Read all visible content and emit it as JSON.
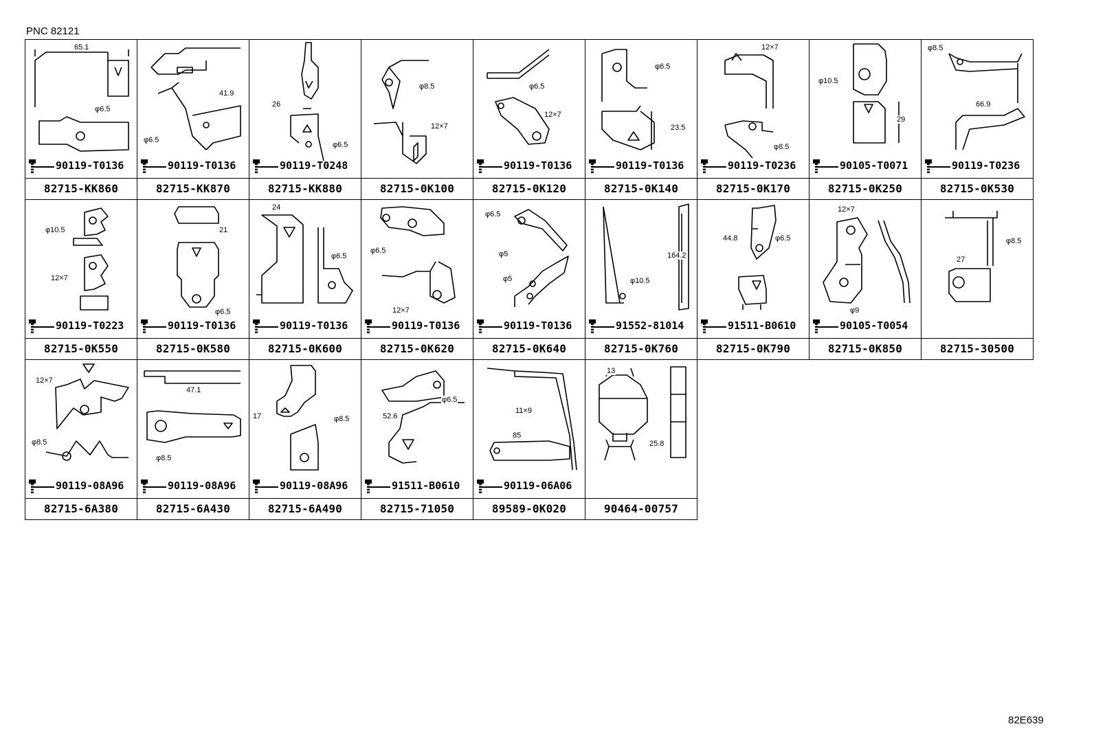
{
  "header": {
    "pnc": "PNC 82121"
  },
  "footer": {
    "code": "82E639"
  },
  "cells": [
    {
      "part": "82715-KK860",
      "bolt": "90119-T0136",
      "dims": [
        "65.1",
        "φ6.5"
      ]
    },
    {
      "part": "82715-KK870",
      "bolt": "90119-T0136",
      "dims": [
        "41.9",
        "φ6.5"
      ]
    },
    {
      "part": "82715-KK880",
      "bolt": "90119-T0248",
      "dims": [
        "26",
        "φ6.5"
      ]
    },
    {
      "part": "82715-0K100",
      "bolt": "",
      "dims": [
        "φ8.5",
        "12×7"
      ]
    },
    {
      "part": "82715-0K120",
      "bolt": "90119-T0136",
      "dims": [
        "φ6.5",
        "12×7"
      ]
    },
    {
      "part": "82715-0K140",
      "bolt": "90119-T0136",
      "dims": [
        "φ6.5",
        "23.5"
      ]
    },
    {
      "part": "82715-0K170",
      "bolt": "90119-T0236",
      "dims": [
        "12×7",
        "φ8.5"
      ]
    },
    {
      "part": "82715-0K250",
      "bolt": "90105-T0071",
      "dims": [
        "φ10.5",
        "29"
      ]
    },
    {
      "part": "82715-0K530",
      "bolt": "90119-T0236",
      "dims": [
        "φ8.5",
        "66.9"
      ]
    },
    {
      "part": "82715-0K550",
      "bolt": "90119-T0223",
      "dims": [
        "φ10.5",
        "12×7"
      ]
    },
    {
      "part": "82715-0K580",
      "bolt": "90119-T0136",
      "dims": [
        "21",
        "φ6.5"
      ]
    },
    {
      "part": "82715-0K600",
      "bolt": "90119-T0136",
      "dims": [
        "24",
        "φ6.5"
      ]
    },
    {
      "part": "82715-0K620",
      "bolt": "90119-T0136",
      "dims": [
        "φ6.5",
        "12×7"
      ]
    },
    {
      "part": "82715-0K640",
      "bolt": "90119-T0136",
      "dims": [
        "φ6.5",
        "φ5",
        "φ5"
      ]
    },
    {
      "part": "82715-0K760",
      "bolt": "91552-81014",
      "dims": [
        "164.2",
        "φ10.5"
      ]
    },
    {
      "part": "82715-0K790",
      "bolt": "91511-B0610",
      "dims": [
        "44.8",
        "φ6.5"
      ]
    },
    {
      "part": "82715-0K850",
      "bolt": "90105-T0054",
      "dims": [
        "12×7",
        "φ9"
      ]
    },
    {
      "part": "82715-30500",
      "bolt": "",
      "dims": [
        "27",
        "φ8.5"
      ]
    },
    {
      "part": "82715-6A380",
      "bolt": "90119-08A96",
      "dims": [
        "12×7",
        "φ8.5"
      ]
    },
    {
      "part": "82715-6A430",
      "bolt": "90119-08A96",
      "dims": [
        "47.1",
        "φ8.5"
      ]
    },
    {
      "part": "82715-6A490",
      "bolt": "90119-08A96",
      "dims": [
        "17",
        "φ8.5"
      ]
    },
    {
      "part": "82715-71050",
      "bolt": "91511-B0610",
      "dims": [
        "52.6",
        "φ6.5"
      ]
    },
    {
      "part": "89589-0K020",
      "bolt": "90119-06A06",
      "dims": [
        "11×9",
        "85"
      ]
    },
    {
      "part": "90464-00757",
      "bolt": "",
      "dims": [
        "13",
        "25.8"
      ]
    }
  ]
}
